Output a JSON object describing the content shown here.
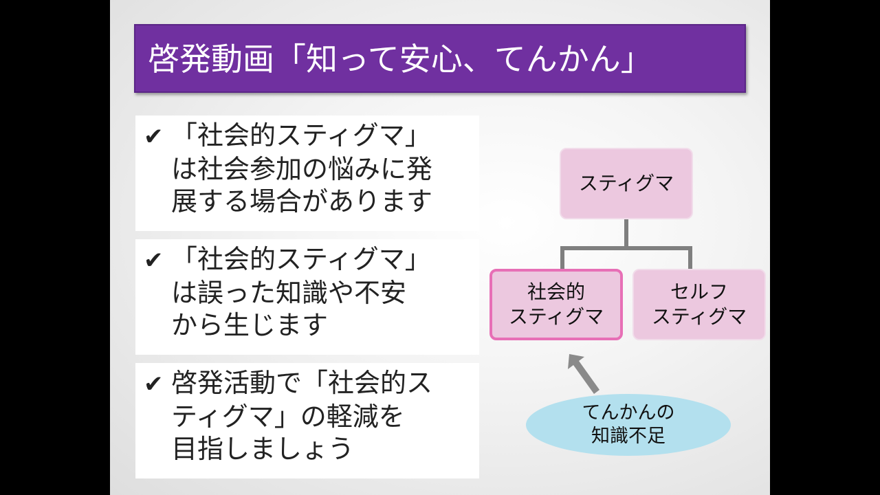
{
  "title": "啓発動画「知って安心、てんかん」",
  "bullets": [
    {
      "lines": [
        "「社会的スティグマ」",
        "は社会参加の悩みに発",
        "展する場合があります"
      ]
    },
    {
      "lines": [
        "「社会的スティグマ」",
        "は誤った知識や不安",
        "から生じます"
      ]
    },
    {
      "lines": [
        "啓発活動で「社会的ス",
        "ティグマ」の軽減を",
        "目指しましょう"
      ]
    }
  ],
  "diagram": {
    "top": "スティグマ",
    "left": [
      "社会的",
      "スティグマ"
    ],
    "right": [
      "セルフ",
      "スティグマ"
    ],
    "cause": [
      "てんかんの",
      "知識不足"
    ]
  },
  "icons": {
    "bullet": "check-mark-icon",
    "arrow": "up-arrow-icon"
  },
  "colors": {
    "title_bg": "#7030a0",
    "node_fill": "#ecc8df",
    "node_highlight": "#e76fb6",
    "cause_fill": "#b3e0ee"
  }
}
